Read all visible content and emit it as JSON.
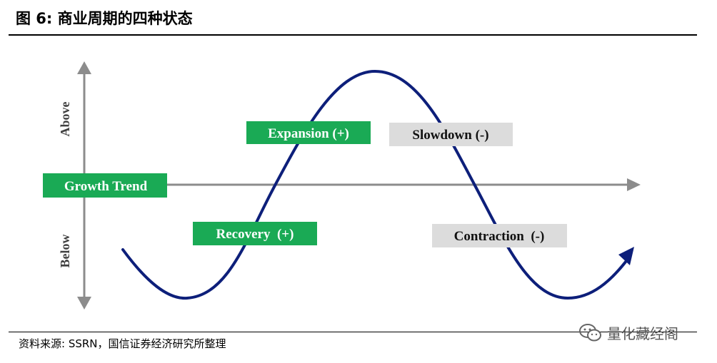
{
  "header": {
    "title": "图 6:  商业周期的四种状态"
  },
  "diagram": {
    "y_axis_top_label": "Above",
    "y_axis_bottom_label": "Below",
    "growth_trend_label": "Growth Trend",
    "phases": [
      {
        "label": "Expansion (+)",
        "color": "#1aaa55"
      },
      {
        "label": "Slowdown (-)",
        "color": "#dcdcdc"
      },
      {
        "label": "Recovery  (+)",
        "color": "#1aaa55"
      },
      {
        "label": "Contraction  (-)",
        "color": "#dcdcdc"
      }
    ],
    "curve_color": "#0d1f7a",
    "axis_color": "#8c8c8c"
  },
  "footer": {
    "source": "资料来源: SSRN，国信证券经济研究所整理",
    "watermark": "量化藏经阁"
  }
}
